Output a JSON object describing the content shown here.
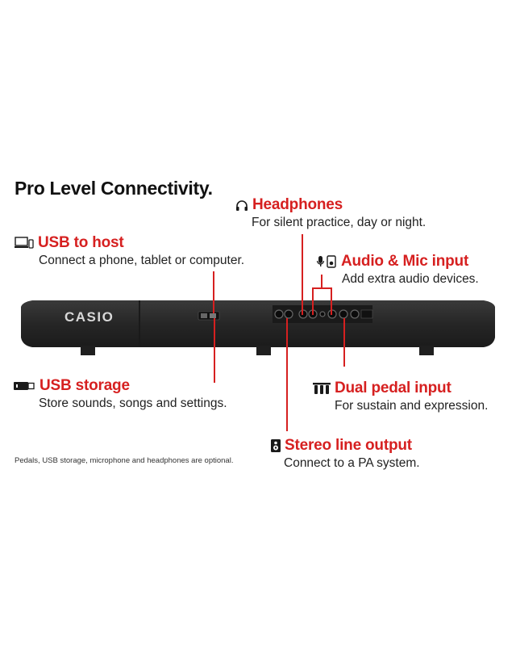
{
  "title": "Pro Level Connectivity.",
  "brand": "CASIO",
  "features": [
    {
      "id": "headphones",
      "name": "Headphones",
      "desc": "For silent practice, day or night.",
      "icon": "headphones-icon"
    },
    {
      "id": "usb-host",
      "name": "USB to host",
      "desc": "Connect a phone, tablet or computer.",
      "icon": "devices-icon"
    },
    {
      "id": "audio-mic",
      "name": "Audio & Mic input",
      "desc": "Add extra audio devices.",
      "icon": "mic-icon"
    },
    {
      "id": "usb-storage",
      "name": "USB storage",
      "desc": "Store sounds, songs and settings.",
      "icon": "usb-stick-icon"
    },
    {
      "id": "dual-pedal",
      "name": "Dual pedal input",
      "desc": "For sustain and expression.",
      "icon": "pedals-icon"
    },
    {
      "id": "stereo-out",
      "name": "Stereo line output",
      "desc": "Connect to a PA system.",
      "icon": "speaker-icon"
    }
  ],
  "note": "Pedals, USB storage, microphone and headphones are optional.",
  "colors": {
    "accent": "#d62020",
    "keyboard": "#2a2a2a",
    "text": "#1a1a1a"
  }
}
